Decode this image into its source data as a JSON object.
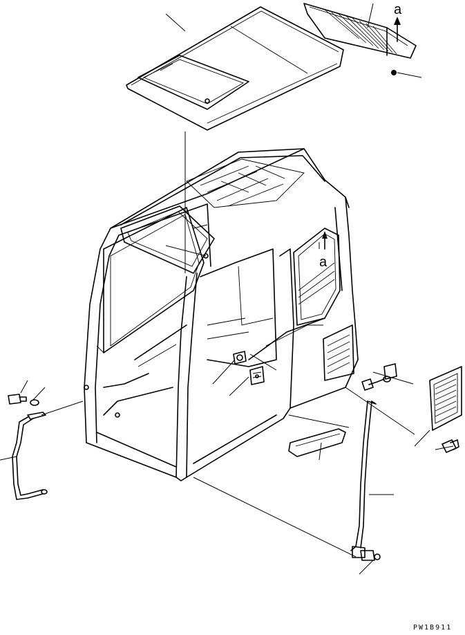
{
  "view_labels": {
    "top": "a",
    "side": "a"
  },
  "drawing_code": "PW1B911"
}
